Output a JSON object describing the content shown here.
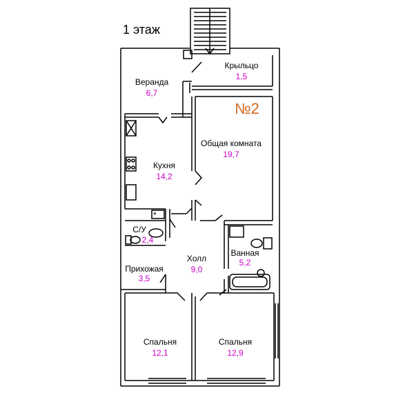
{
  "floor_title": "1 этаж",
  "plan_number": "№2",
  "colors": {
    "wall": "#000000",
    "area": "#cc00cc",
    "number": "#d2691e"
  },
  "rooms": {
    "veranda": {
      "name": "Веранда",
      "area": "6,7"
    },
    "porch": {
      "name": "Крыльцо",
      "area": "1,5"
    },
    "living": {
      "name": "Общая комната",
      "area": "19,7"
    },
    "kitchen": {
      "name": "Кухня",
      "area": "14,2"
    },
    "wc": {
      "name": "С/У",
      "area": "2,4"
    },
    "hall": {
      "name": "Холл",
      "area": "9,0"
    },
    "bath": {
      "name": "Ванная",
      "area": "5,2"
    },
    "entry": {
      "name": "Прихожая",
      "area": "3,5"
    },
    "bedroom1": {
      "name": "Спальня",
      "area": "12,1"
    },
    "bedroom2": {
      "name": "Спальня",
      "area": "12,9"
    }
  }
}
